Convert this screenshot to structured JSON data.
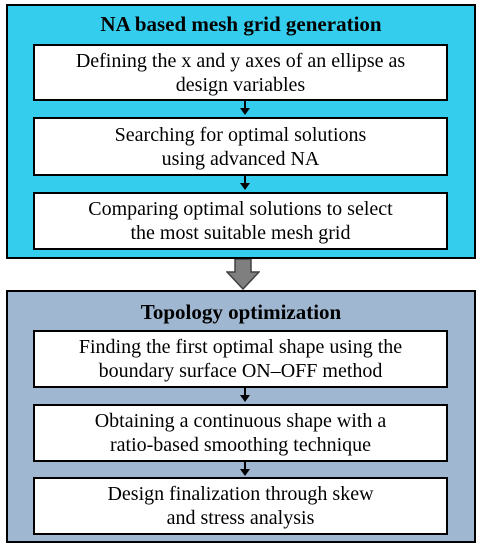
{
  "top_panel": {
    "title": "NA based mesh grid generation",
    "steps": [
      "Defining the x and y axes of an ellipse as\ndesign variables",
      "Searching for optimal solutions\nusing advanced NA",
      "Comparing optimal solutions to select\nthe most suitable mesh grid"
    ]
  },
  "bottom_panel": {
    "title": "Topology optimization",
    "steps": [
      "Finding the first optimal shape using the\nboundary surface ON–OFF method",
      "Obtaining a continuous shape with a\nratio-based smoothing  technique",
      "Design finalization through skew\nand stress analysis"
    ]
  },
  "colors": {
    "top_panel_fill": "#35cdee",
    "bottom_panel_fill": "#9fb7d1",
    "big_arrow_fill": "#7f7f7f"
  },
  "icons": {
    "small_connector": "arrow-down-icon",
    "panel_transition": "block-arrow-down-icon"
  }
}
